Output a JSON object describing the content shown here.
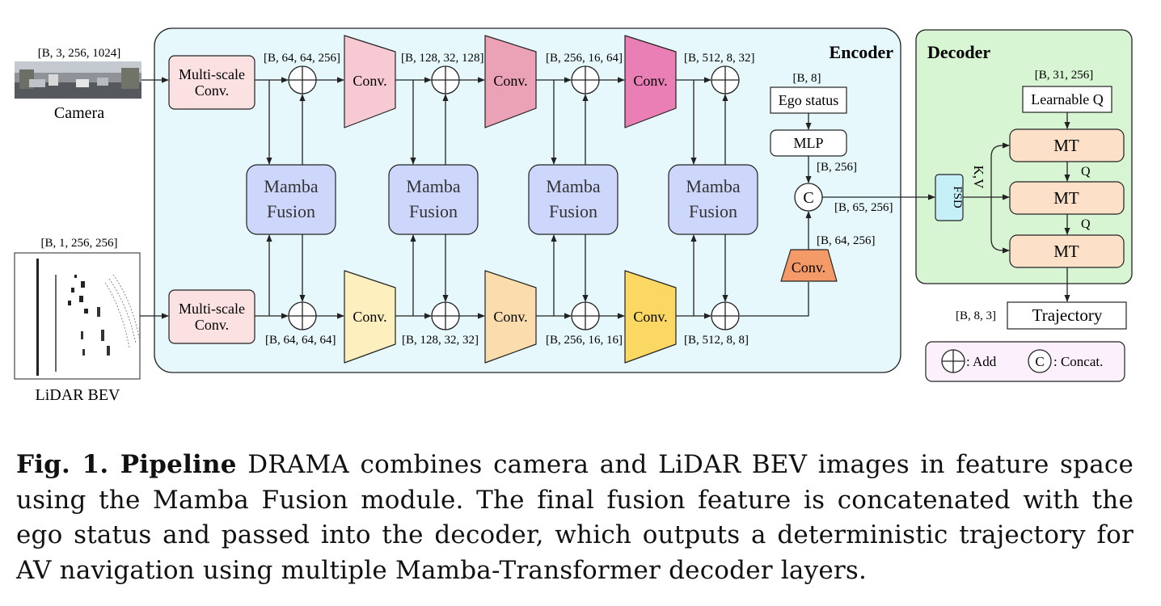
{
  "encoder": {
    "title": "Encoder"
  },
  "decoder": {
    "title": "Decoder"
  },
  "inputs": {
    "camera": {
      "label": "Camera",
      "shape": "[B, 3, 256, 1024]"
    },
    "lidar": {
      "label": "LiDAR BEV",
      "shape": "[B, 1, 256, 256]"
    }
  },
  "blocks": {
    "multiscale_conv": "Multi-scale Conv.",
    "conv": "Conv.",
    "mamba_fusion": "Mamba Fusion",
    "ego_status": "Ego status",
    "mlp": "MLP",
    "concat_symbol": "C",
    "fsd": "FSD",
    "mt": "MT",
    "learnable_q": "Learnable Q",
    "trajectory": "Trajectory",
    "kv_label": "K,V",
    "q_label": "Q"
  },
  "shapes": {
    "cam_stage1": "[B, 64, 64, 256]",
    "cam_stage2": "[B, 128, 32, 128]",
    "cam_stage3": "[B, 256, 16, 64]",
    "cam_stage4": "[B, 512, 8, 32]",
    "lidar_stage1": "[B, 64, 64, 64]",
    "lidar_stage2": "[B, 128, 32, 32]",
    "lidar_stage3": "[B, 256, 16, 16]",
    "lidar_stage4": "[B, 512, 8, 8]",
    "ego": "[B, 8]",
    "mlp_out": "[B, 256]",
    "lidar_conv_out": "[B, 64, 256]",
    "concat_out": "[B, 65, 256]",
    "learnable_q": "[B, 31, 256]",
    "trajectory": "[B, 8, 3]"
  },
  "legend": {
    "add": ": Add",
    "concat": ": Concat."
  },
  "colors": {
    "encoder_bg": "#e6f8fb",
    "decoder_bg": "#d7f5d2",
    "msconv": "#fbe1e1",
    "mamba": "#cdd6fb",
    "mt": "#fce1c8",
    "fsd": "#c5f0f8",
    "cam_conv": [
      "#f7c9d2",
      "#eca2b6",
      "#ea7fb6"
    ],
    "lidar_conv": [
      "#fdf0be",
      "#fbdcac",
      "#fbd764"
    ],
    "lidar_out_conv": "#f49a68",
    "legend_bg": "#fbf0fb"
  },
  "caption": {
    "fig": "Fig. 1. Pipeline",
    "text": " DRAMA combines camera and LiDAR BEV images in feature space using the Mamba Fusion module. The final fusion feature is concatenated with the ego status and passed into the decoder, which outputs a deterministic trajectory for AV navigation using multiple Mamba-Transformer decoder layers."
  }
}
